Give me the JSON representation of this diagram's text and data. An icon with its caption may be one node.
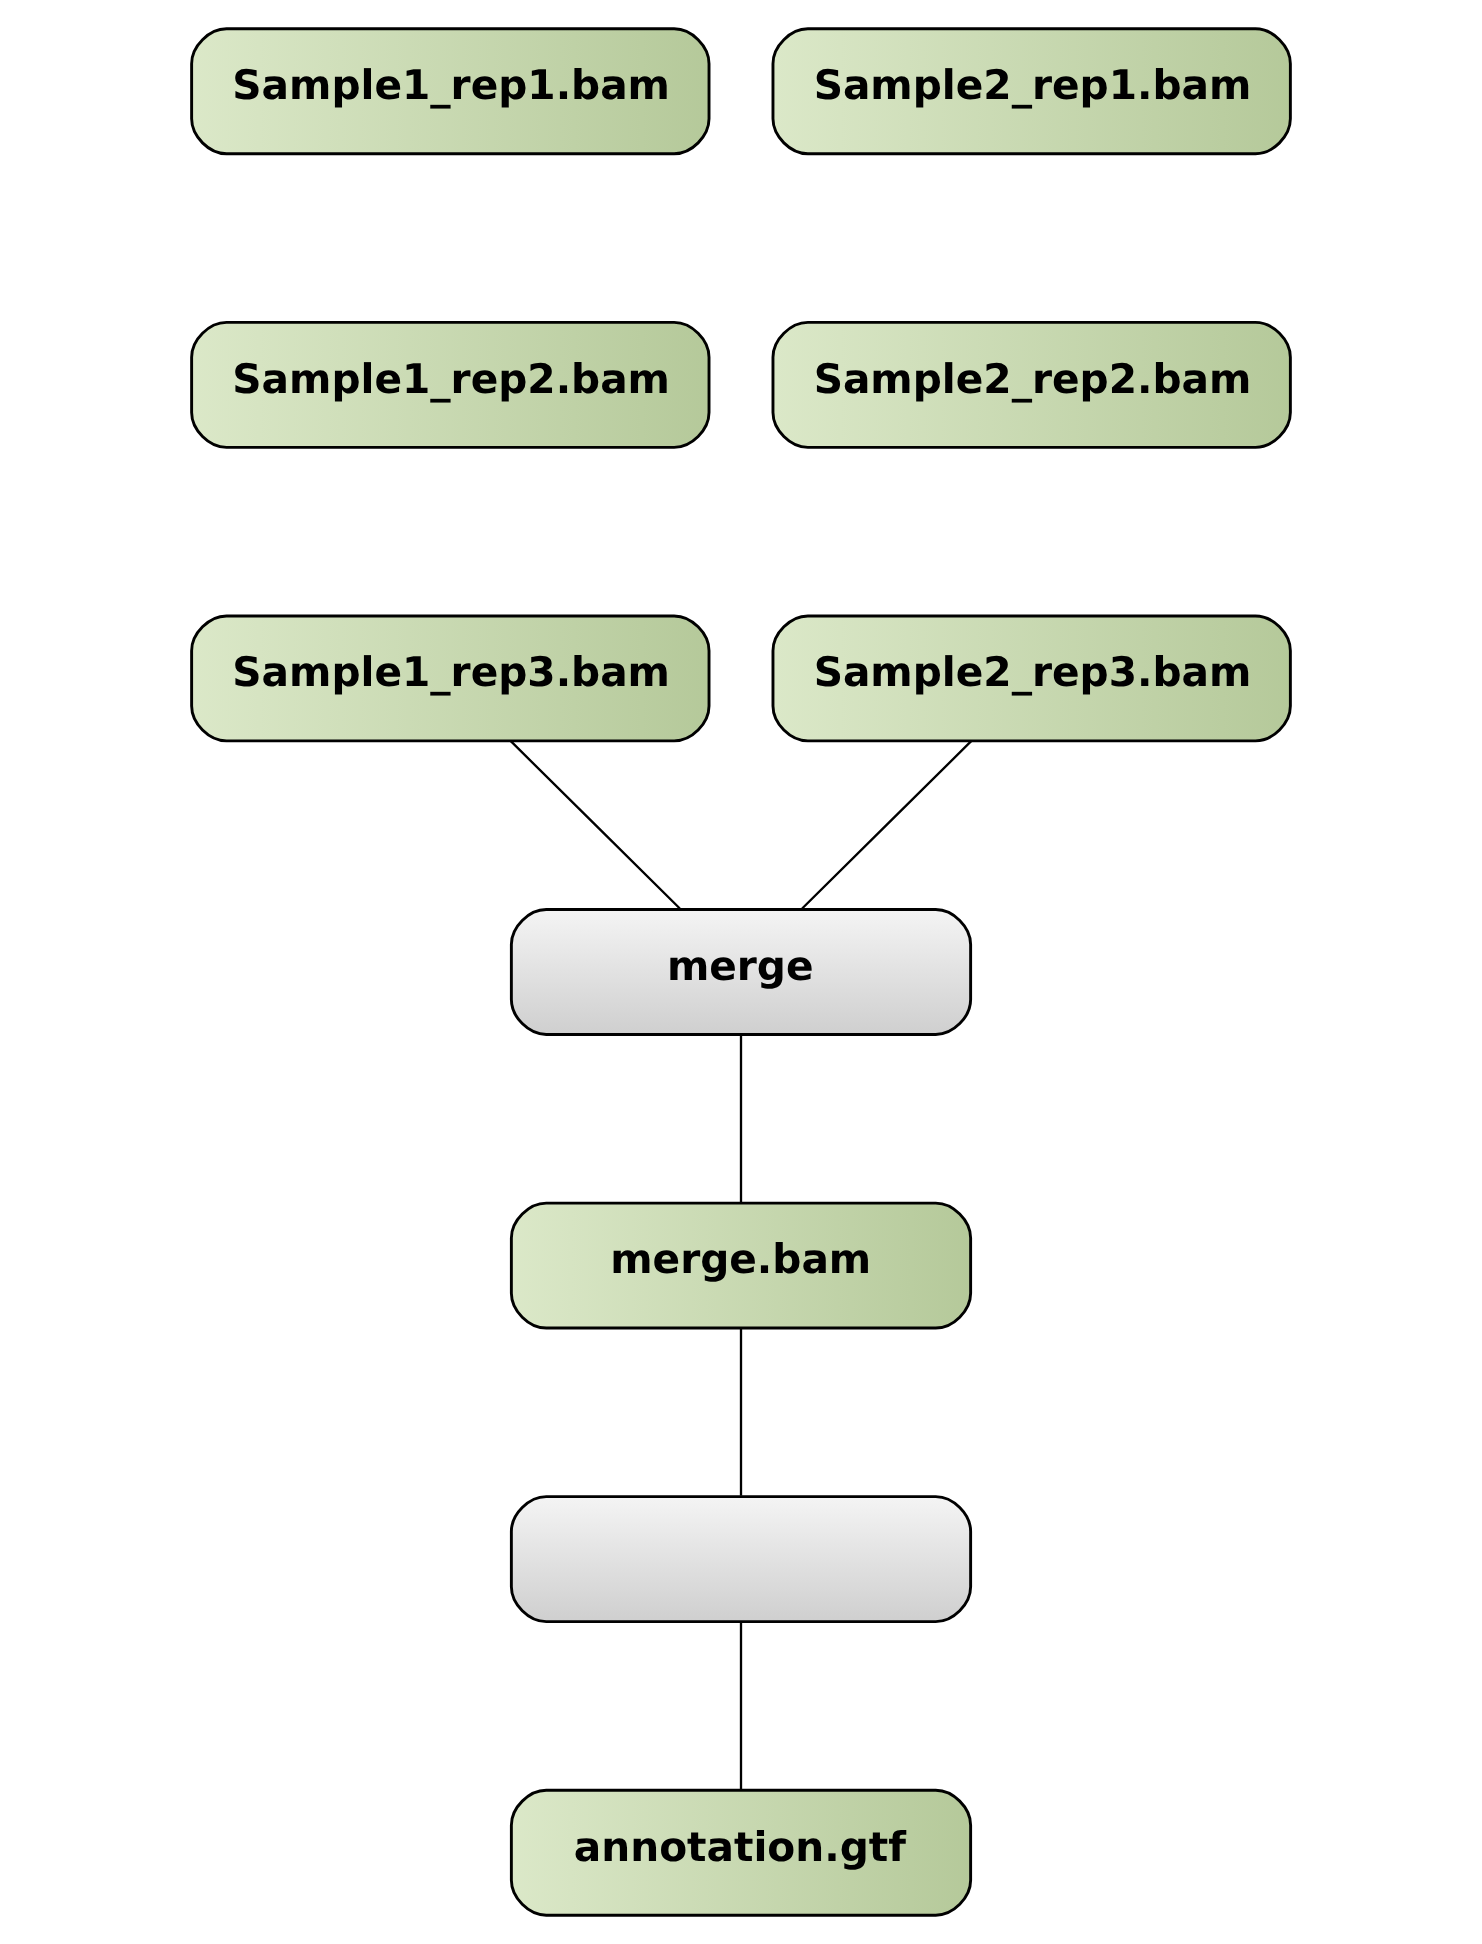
{
  "diagram": {
    "nodes": [
      {
        "text": [
          "Sample1_rep1.bam"
        ]
      },
      {
        "text": [
          "Sample1_rep2.bam"
        ]
      },
      {
        "text": [
          "Sample1_rep3.bam"
        ]
      },
      {
        "text": [
          "Sample2_rep1.bam"
        ]
      },
      {
        "text": [
          "Sample2_rep2.bam"
        ]
      },
      {
        "text": [
          "Sample2_rep3.bam"
        ]
      },
      {
        "text": [
          "merge"
        ]
      },
      {
        "text": [
          "merge.bam"
        ]
      },
      {
        "text": [],
        "shape": "box"
      },
      {
        "text": [
          "annotation.gtf"
        ]
      }
    ],
    "edges": [
      {
        "from": 2,
        "to": 6,
        "arrow": "none"
      },
      {
        "from": 5,
        "to": 6,
        "arrow": "none"
      },
      {
        "from": 6,
        "to": 7,
        "arrow": "none"
      },
      {
        "from": 7,
        "to": 8,
        "arrow": "none"
      },
      {
        "from": 8,
        "to": 9,
        "arrow": "none"
      }
    ]
  }
}
